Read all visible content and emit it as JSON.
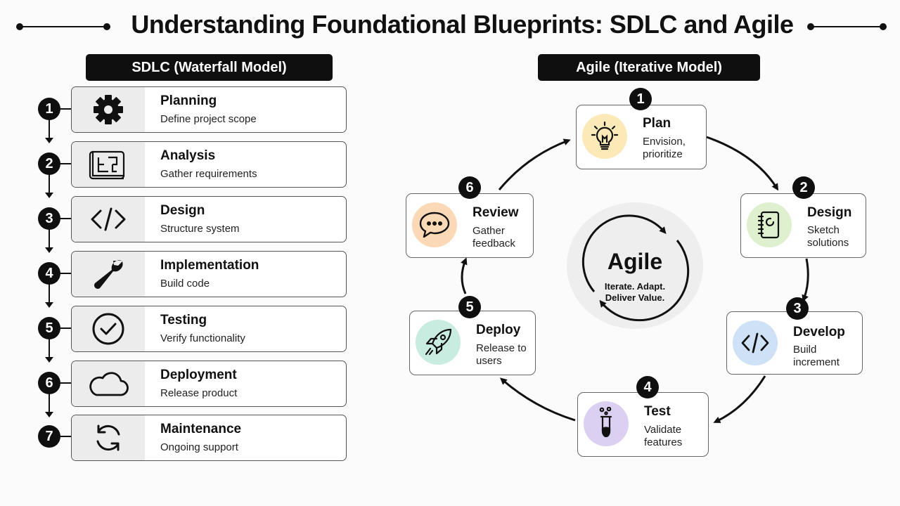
{
  "title": "Understanding Foundational Blueprints: SDLC and Agile",
  "sdlc": {
    "header": "SDLC (Waterfall Model)",
    "steps": [
      {
        "num": "1",
        "title": "Planning",
        "desc": "Define project scope",
        "icon": "gear-icon"
      },
      {
        "num": "2",
        "title": "Analysis",
        "desc": "Gather requirements",
        "icon": "blueprint-icon"
      },
      {
        "num": "3",
        "title": "Design",
        "desc": "Structure system",
        "icon": "code-brackets-icon"
      },
      {
        "num": "4",
        "title": "Implementation",
        "desc": "Build code",
        "icon": "wrench-icon"
      },
      {
        "num": "5",
        "title": "Testing",
        "desc": "Verify functionality",
        "icon": "check-circle-icon"
      },
      {
        "num": "6",
        "title": "Deployment",
        "desc": "Release product",
        "icon": "cloud-icon"
      },
      {
        "num": "7",
        "title": "Maintenance",
        "desc": "Ongoing support",
        "icon": "refresh-icon"
      }
    ]
  },
  "agile": {
    "header": "Agile (Iterative Model)",
    "center_title": "Agile",
    "center_line1": "Iterate. Adapt.",
    "center_line2": "Deliver Value.",
    "steps": [
      {
        "num": "1",
        "title": "Plan",
        "desc1": "Envision,",
        "desc2": "prioritize",
        "icon": "lightbulb-icon",
        "color": "#fbe9b7"
      },
      {
        "num": "2",
        "title": "Design",
        "desc1": "Sketch",
        "desc2": "solutions",
        "icon": "sketchbook-icon",
        "color": "#dff0cf"
      },
      {
        "num": "3",
        "title": "Develop",
        "desc1": "Build",
        "desc2": "increment",
        "icon": "code-brackets-icon",
        "color": "#cfe1f7"
      },
      {
        "num": "4",
        "title": "Test",
        "desc1": "Validate",
        "desc2": "features",
        "icon": "flask-icon",
        "color": "#dcd0f2"
      },
      {
        "num": "5",
        "title": "Deploy",
        "desc1": "Release to",
        "desc2": "users",
        "icon": "rocket-icon",
        "color": "#c9ece0"
      },
      {
        "num": "6",
        "title": "Review",
        "desc1": "Gather",
        "desc2": "feedback",
        "icon": "chat-bubble-icon",
        "color": "#fbd9b7"
      }
    ]
  }
}
